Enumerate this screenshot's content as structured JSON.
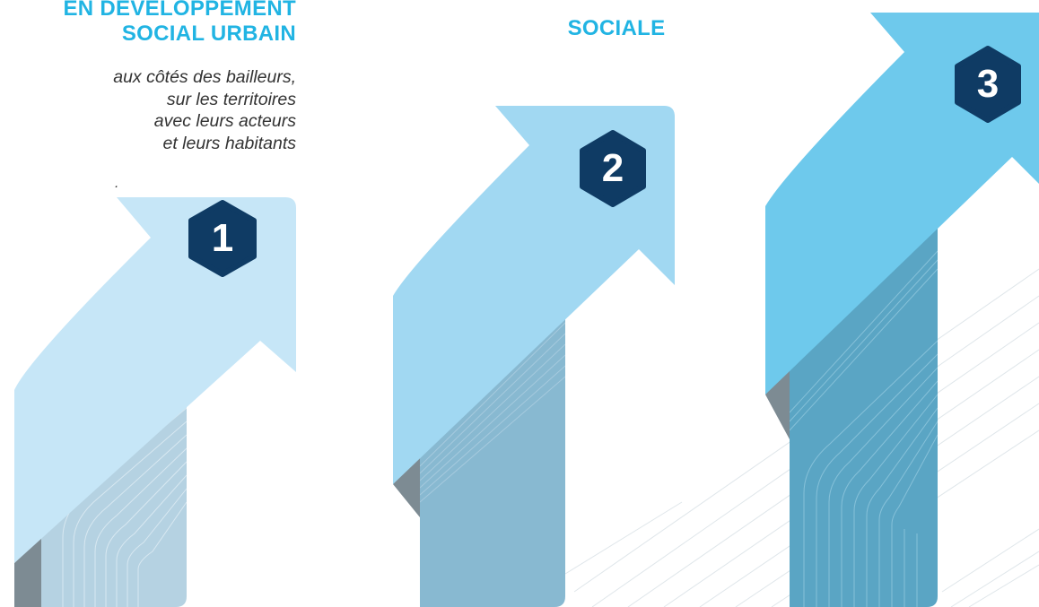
{
  "left_block": {
    "title_lines": [
      "EN DÉVELOPPEMENT",
      "SOCIAL URBAIN"
    ],
    "subtitle_lines": [
      "aux côtés des bailleurs,",
      "sur les territoires",
      "avec leurs acteurs",
      "et leurs habitants"
    ],
    "trailing_mark": "."
  },
  "center_block": {
    "title": "SOCIALE"
  },
  "steps": [
    {
      "number": "1",
      "arrow_color": "#c6e6f7",
      "column_color": "#b5d2e2",
      "badge_color": "#0f3b64"
    },
    {
      "number": "2",
      "arrow_color": "#a1d8f2",
      "column_color": "#88b9d1",
      "badge_color": "#0f3b64"
    },
    {
      "number": "3",
      "arrow_color": "#6ec9ec",
      "column_color": "#5aa5c4",
      "badge_color": "#0f3b64"
    }
  ],
  "colors": {
    "accent": "#21b4e3",
    "shadow": "#7d8b93",
    "badge": "#0f3b64"
  }
}
